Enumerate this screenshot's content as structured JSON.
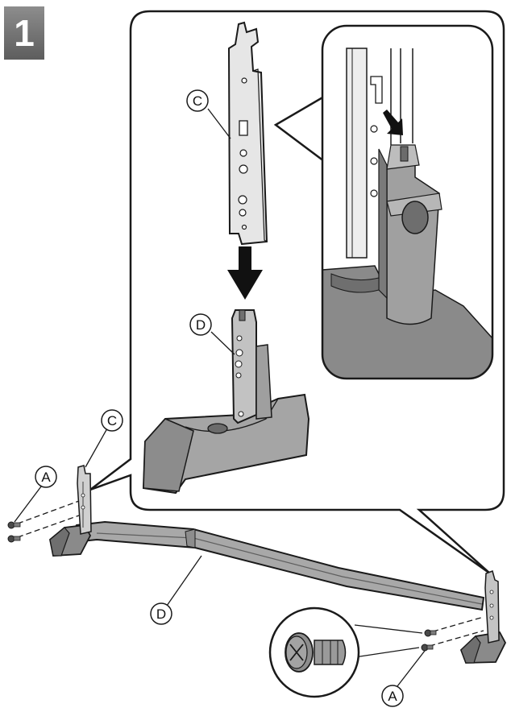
{
  "step": {
    "number": "1"
  },
  "labels": {
    "c_main": "C",
    "d_main": "D",
    "c_left": "C",
    "a_left": "A",
    "d_bar": "D",
    "a_right": "A"
  },
  "colors": {
    "outline": "#1a1a1a",
    "part_fill": "#e6e6e6",
    "stand_fill": "#a9a9a9",
    "stand_dark": "#7d7d7d",
    "stand_light": "#c4c4c4",
    "zoom_bg": "#8f8f8f",
    "callout_fill": "#ffffff",
    "badge": "#747474"
  }
}
